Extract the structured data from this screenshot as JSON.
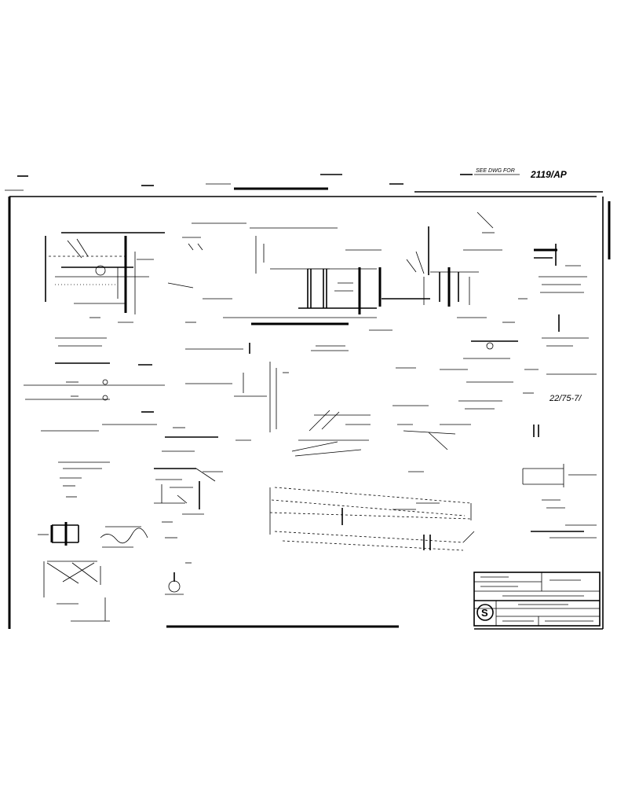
{
  "drawing": {
    "header_note": "SEE DWG FOR",
    "drawing_number": "2119/AP",
    "dimension_callout": "22/75-7/",
    "title_block": {
      "symbol_letter": "S",
      "company": "",
      "title": ""
    }
  },
  "colors": {
    "ink": "#000000",
    "paper": "#ffffff"
  }
}
